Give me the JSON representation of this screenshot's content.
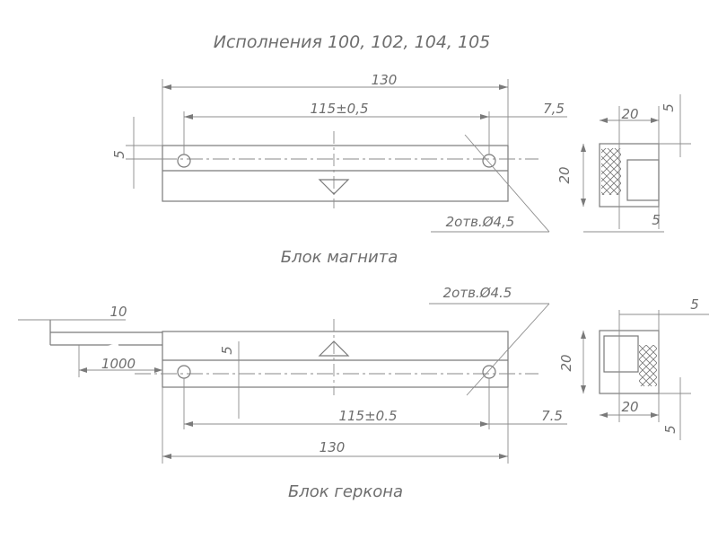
{
  "title": "Исполнения 100, 102, 104, 105",
  "top": {
    "caption": "Блок магнита",
    "dims": {
      "length": "130",
      "hole_spacing": "115±0,5",
      "edge_offset": "7,5",
      "axis_offset": "5",
      "holes": "2отв.Ø4,5"
    },
    "section": {
      "width": "20",
      "height": "20",
      "top": "5",
      "bottom": "5"
    }
  },
  "bottom": {
    "caption": "Блок геркона",
    "dims": {
      "length": "130",
      "hole_spacing": "115±0.5",
      "edge_offset": "7.5",
      "axis_offset": "5",
      "holes": "2отв.Ø4.5",
      "cable_length": "1000",
      "cable_strip": "10"
    },
    "section": {
      "width": "20",
      "height": "20",
      "top": "5",
      "bottom": "5"
    }
  }
}
